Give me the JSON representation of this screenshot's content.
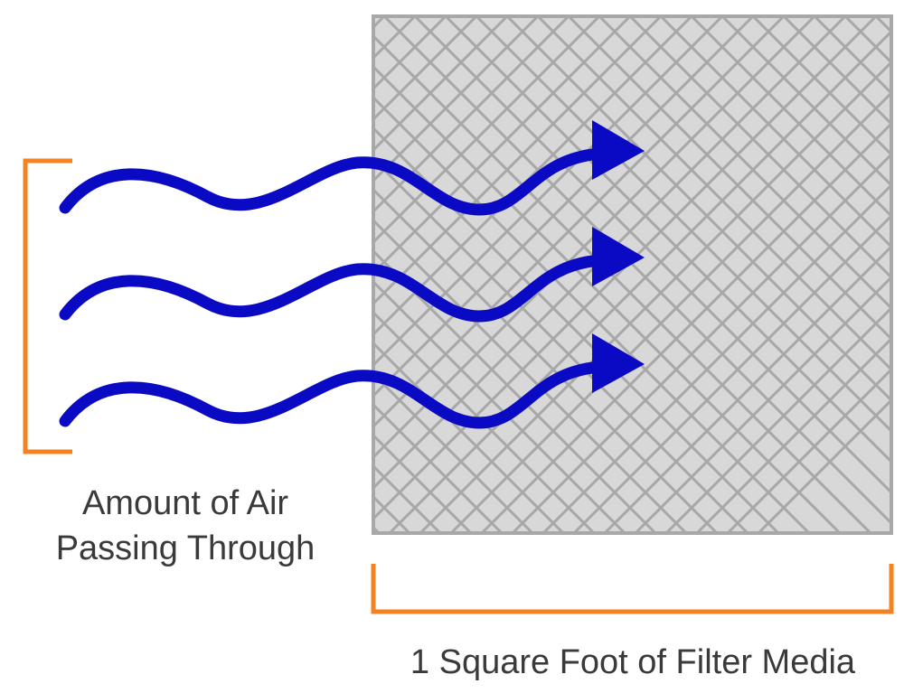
{
  "labels": {
    "air_amount_line1": "Amount of Air",
    "air_amount_line2": "Passing Through",
    "filter_media": "1 Square Foot of Filter Media"
  },
  "colors": {
    "airflow": "#0a0ac4",
    "bracket": "#f58220",
    "filter_fill": "#d8d8d8",
    "filter_mesh": "#a8a8a8",
    "text": "#3a3a3a"
  },
  "icons": {
    "airflow_arrows": "wavy-arrow-icon",
    "filter": "mesh-filter-icon"
  }
}
